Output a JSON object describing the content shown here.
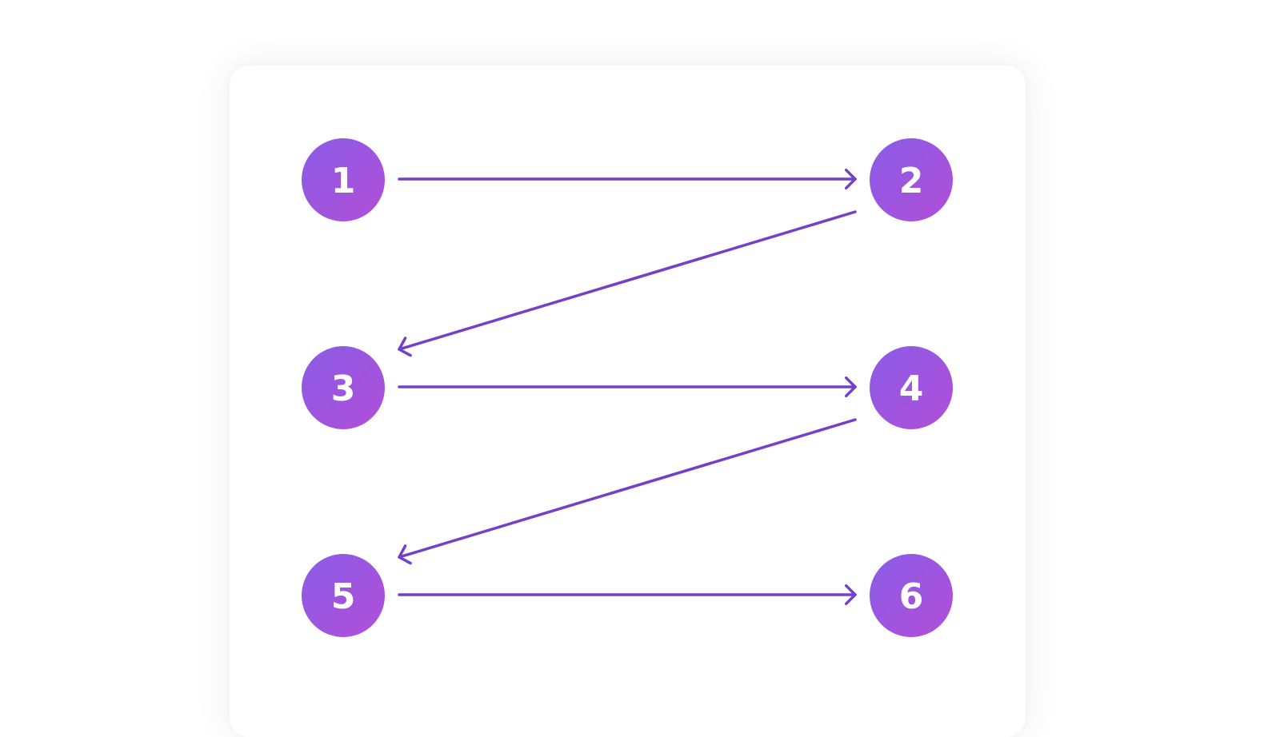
{
  "colors": {
    "background": "#ffffff",
    "card": "#ffffff",
    "node_gradient_start": "#8A5CE6",
    "node_gradient_end": "#B14ED8",
    "node_text": "#ffffff",
    "arrow": "#7440C8"
  },
  "diagram": {
    "type": "zigzag-flow",
    "nodes": [
      {
        "id": "n1",
        "label": "1"
      },
      {
        "id": "n2",
        "label": "2"
      },
      {
        "id": "n3",
        "label": "3"
      },
      {
        "id": "n4",
        "label": "4"
      },
      {
        "id": "n5",
        "label": "5"
      },
      {
        "id": "n6",
        "label": "6"
      }
    ],
    "edges": [
      {
        "from": "n1",
        "to": "n2"
      },
      {
        "from": "n2",
        "to": "n3"
      },
      {
        "from": "n3",
        "to": "n4"
      },
      {
        "from": "n4",
        "to": "n5"
      },
      {
        "from": "n5",
        "to": "n6"
      }
    ]
  }
}
